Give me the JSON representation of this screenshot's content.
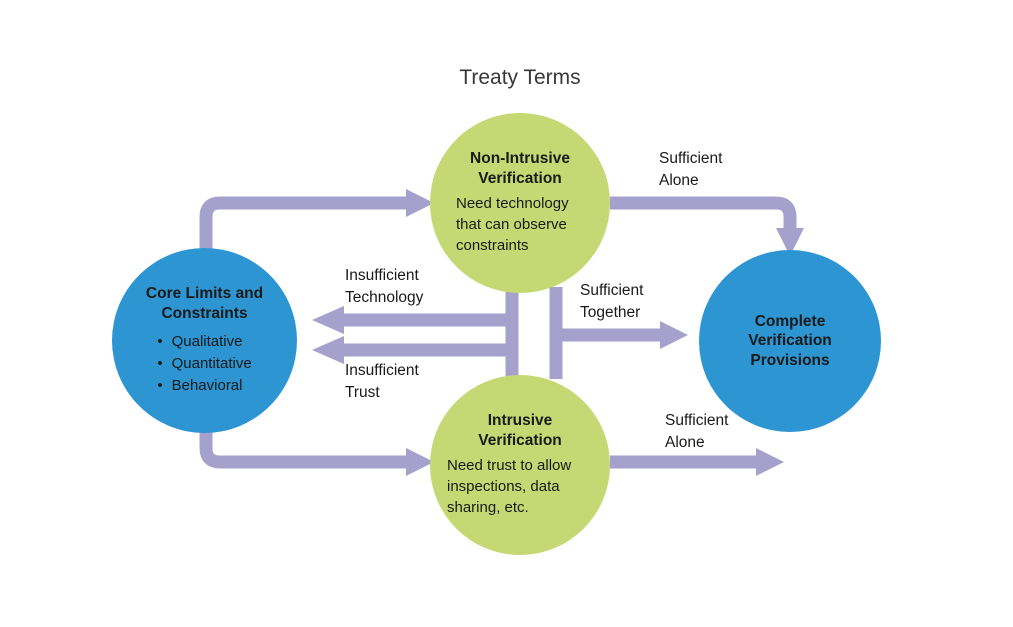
{
  "title": "Treaty Terms",
  "colors": {
    "background": "#ffffff",
    "blue": "#2c95d2",
    "green": "#c5d873",
    "arrow": "#a6a0cc",
    "text": "#1a1a1a"
  },
  "nodes": {
    "core": {
      "heading": "Core Limits and Constraints",
      "bullets": [
        "Qualitative",
        "Quantitative",
        "Behavioral"
      ]
    },
    "non_intrusive": {
      "heading": "Non-Intrusive Verification",
      "body": "Need technology that can observe constraints"
    },
    "intrusive": {
      "heading": "Intrusive Verification",
      "body": "Need trust to allow inspections, data sharing, etc."
    },
    "complete": {
      "heading": "Complete Verification Provisions"
    }
  },
  "edge_labels": {
    "sufficient_alone_top": "Sufficient Alone",
    "insufficient_technology": "Insufficient Technology",
    "sufficient_together": "Sufficient Together",
    "insufficient_trust": "Insufficient Trust",
    "sufficient_alone_bottom": "Sufficient Alone"
  }
}
